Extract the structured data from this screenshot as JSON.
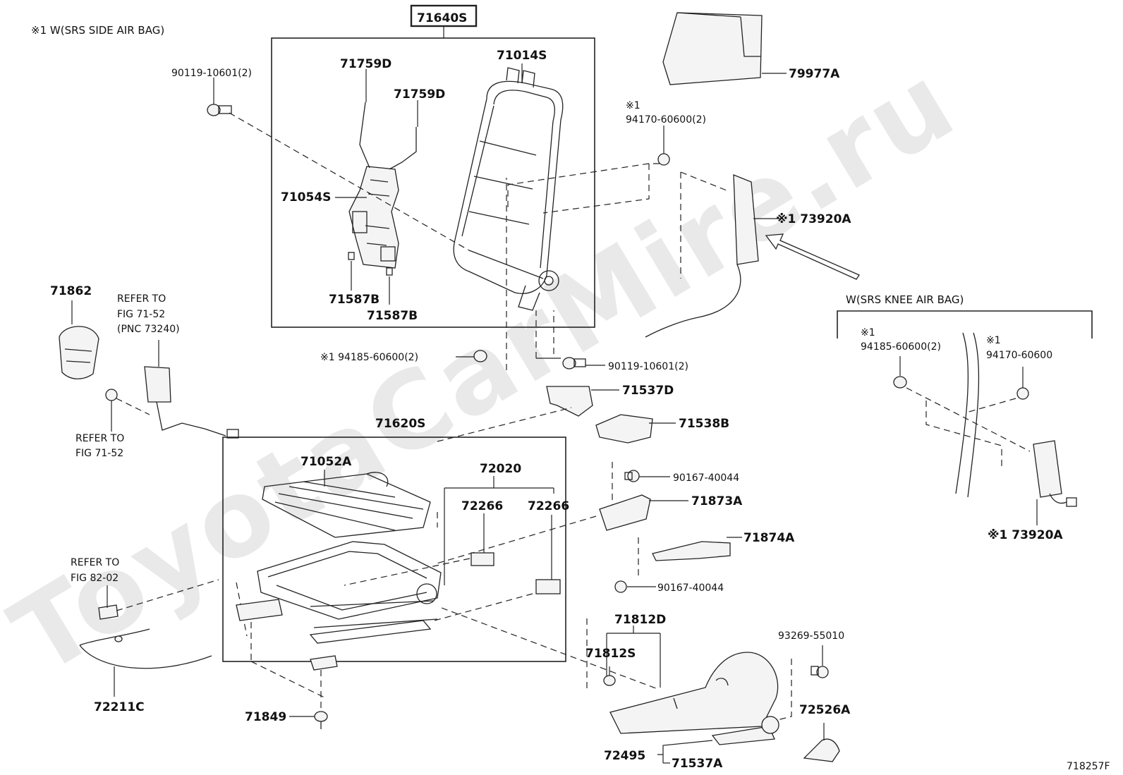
{
  "watermark": "ToyotaCarMire.ru",
  "diagram_id": "718257F",
  "notes": {
    "side_airbag_note": "※1 W(SRS SIDE AIR BAG)",
    "knee_airbag_group_label": "W(SRS KNEE AIR BAG)"
  },
  "refer": {
    "fig_71_52_a_line1": "REFER TO",
    "fig_71_52_a_line2": "FIG 71-52",
    "fig_71_52_a_line3": "(PNC 73240)",
    "fig_71_52_b_line1": "REFER TO",
    "fig_71_52_b_line2": "FIG 71-52",
    "fig_82_02_line1": "REFER TO",
    "fig_82_02_line2": "FIG 82-02"
  },
  "parts": {
    "p71640S": "71640S",
    "p71759D_a": "71759D",
    "p71759D_b": "71759D",
    "p71014S": "71014S",
    "p71054S": "71054S",
    "p71587B_a": "71587B",
    "p71587B_b": "71587B",
    "p90119_a": "90119-10601(2)",
    "p90119_b": "90119-10601(2)",
    "p79977A": "79977A",
    "p94170_a_mark": "※1",
    "p94170_a": "94170-60600(2)",
    "p73920A_a": "※1 73920A",
    "p94185_a": "※1 94185-60600(2)",
    "p71862": "71862",
    "p71537D": "71537D",
    "p71538B": "71538B",
    "p71620S": "71620S",
    "p71052A": "71052A",
    "p72020": "72020",
    "p72266_a": "72266",
    "p72266_b": "72266",
    "p90167_a": "90167-40044",
    "p71873A": "71873A",
    "p71874A": "71874A",
    "p90167_b": "90167-40044",
    "p71812D": "71812D",
    "p71812S": "71812S",
    "p93269": "93269-55010",
    "p72211C": "72211C",
    "p71849": "71849",
    "p72526A": "72526A",
    "p72495": "72495",
    "p71537A": "71537A",
    "p94185_b_mark": "※1",
    "p94185_b": "94185-60600(2)",
    "p94170_b_mark": "※1",
    "p94170_b": "94170-60600",
    "p73920A_b": "※1 73920A"
  }
}
